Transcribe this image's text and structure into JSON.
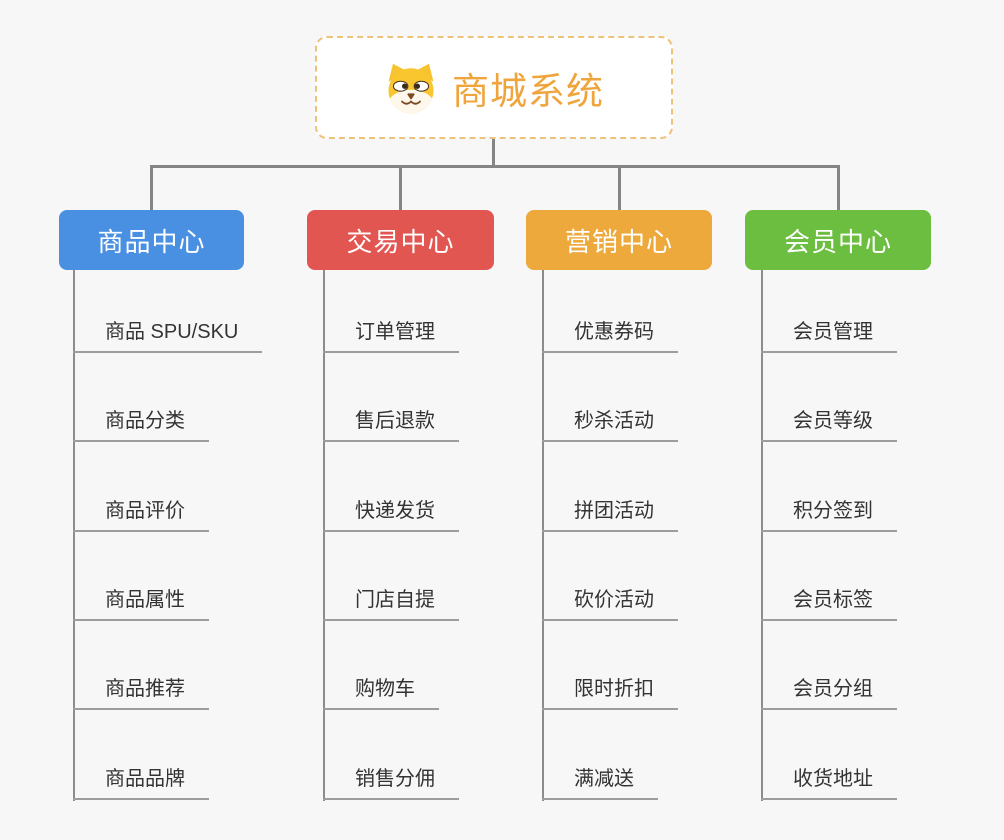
{
  "root": {
    "title": "商城系统",
    "icon": "dog-face-icon"
  },
  "branches": [
    {
      "label": "商品中心",
      "color": "#4a90e2",
      "children": [
        "商品 SPU/SKU",
        "商品分类",
        "商品评价",
        "商品属性",
        "商品推荐",
        "商品品牌"
      ]
    },
    {
      "label": "交易中心",
      "color": "#e25652",
      "children": [
        "订单管理",
        "售后退款",
        "快递发货",
        "门店自提",
        "购物车",
        "销售分佣"
      ]
    },
    {
      "label": "营销中心",
      "color": "#eda93c",
      "children": [
        "优惠券码",
        "秒杀活动",
        "拼团活动",
        "砍价活动",
        "限时折扣",
        "满减送"
      ]
    },
    {
      "label": "会员中心",
      "color": "#6cbe40",
      "children": [
        "会员管理",
        "会员等级",
        "积分签到",
        "会员标签",
        "会员分组",
        "收货地址"
      ]
    }
  ],
  "colors": {
    "background": "#f7f7f7",
    "connector": "#858585",
    "underline": "#9d9d9d",
    "root_border": "#eec27a",
    "root_text": "#f0a53c",
    "leaf_text": "#333333"
  }
}
